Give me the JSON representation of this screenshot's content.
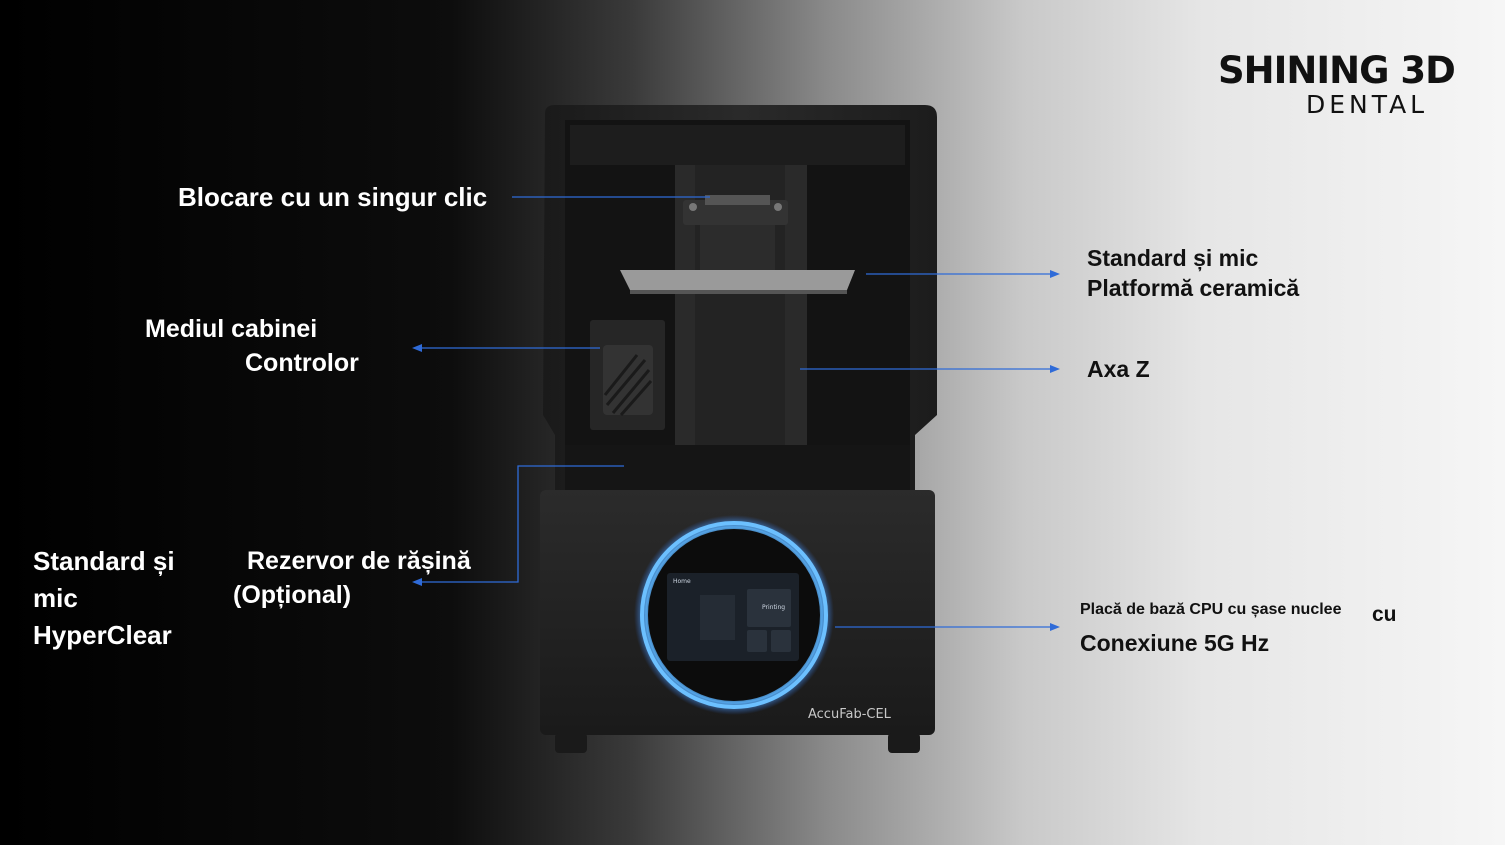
{
  "logo": {
    "line1": "SHINING 3D",
    "line2": "DENTAL"
  },
  "callouts": {
    "one_click": "Blocare cu un singur clic",
    "platform_line1": "Standard și mic",
    "platform_line2": "Platformă ceramică",
    "cabin_line1": "Mediul cabinei",
    "cabin_line2": "Controlor",
    "z_axis": "Axa Z",
    "hyperclear_line1": "Standard și",
    "hyperclear_line2": "mic",
    "hyperclear_line3": "HyperClear",
    "resin_line1": "Rezervor de rășină",
    "resin_line2": "(Opțional)",
    "cpu_line1": "Placă de bază CPU cu șase nuclee",
    "cpu_cu": "cu",
    "cpu_line2": "Conexiune 5G Hz"
  },
  "printer": {
    "model_name": "AccuFab-CEL",
    "screen": {
      "home": "Home",
      "status": "Printing"
    }
  },
  "colors": {
    "leader_line": "#2f6bd8",
    "ring_glow": "#4aa3ff"
  }
}
